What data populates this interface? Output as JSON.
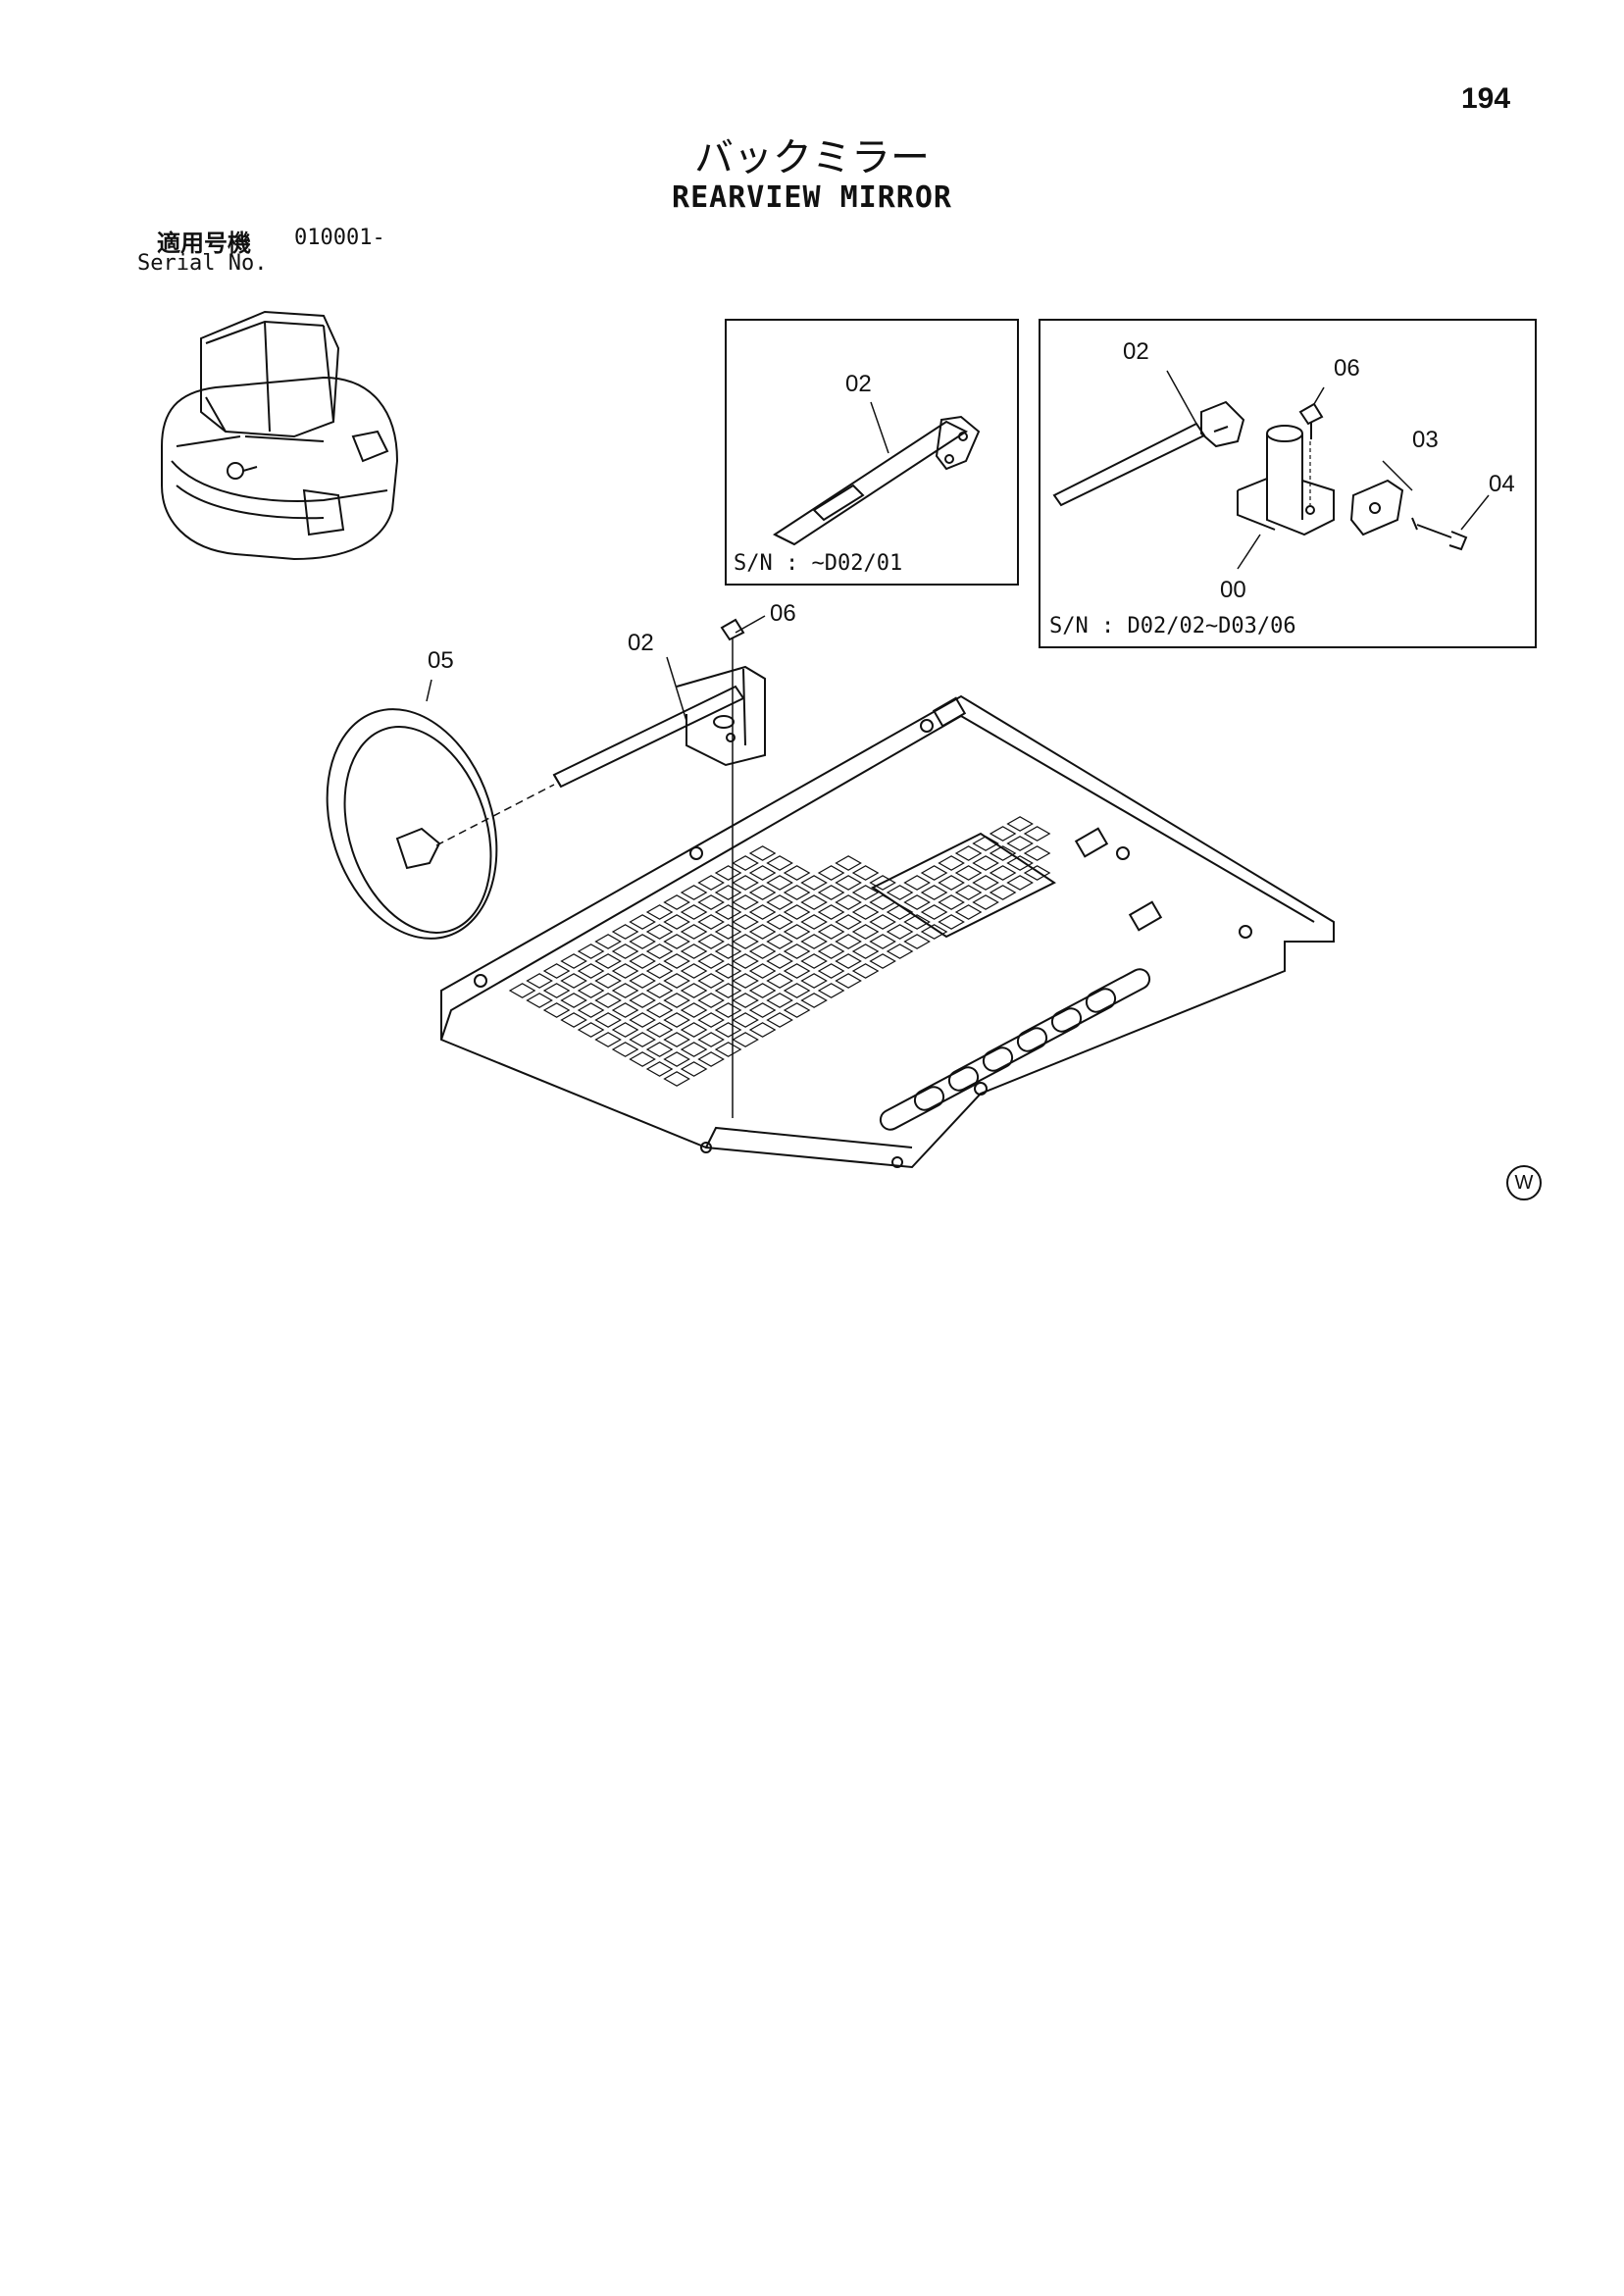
{
  "page_number": "194",
  "title_jp": "バックミラー",
  "title_en": "REARVIEW MIRROR",
  "serial": {
    "label_jp": "適用号機",
    "label_en": "Serial No.",
    "range": "010001-"
  },
  "inset_1": {
    "sn_label": "S/N : ~D02/01",
    "callouts": [
      "02"
    ]
  },
  "inset_2": {
    "sn_label": "S/N : D02/02~D03/06",
    "callouts": [
      "02",
      "06",
      "03",
      "04",
      "00"
    ]
  },
  "main_callouts": [
    "05",
    "02",
    "06"
  ],
  "w_mark": "W"
}
